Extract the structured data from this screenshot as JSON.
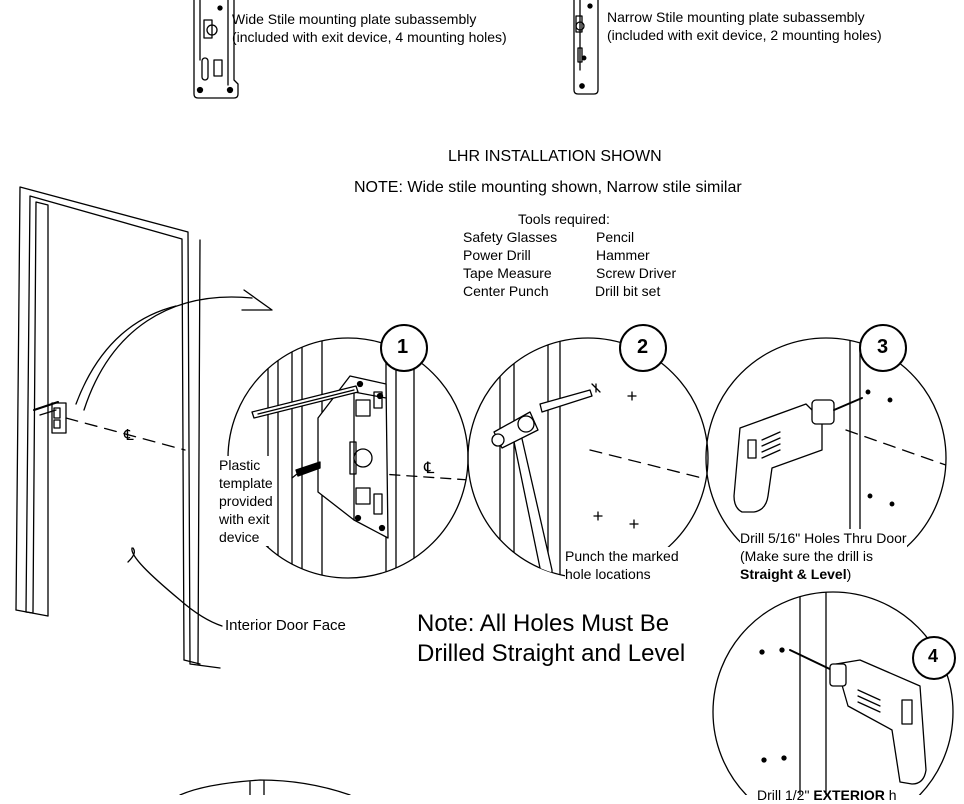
{
  "plates": {
    "wide": {
      "line1": "Wide Stile mounting plate subassembly",
      "line2": "(included with exit device, 4 mounting holes)"
    },
    "narrow": {
      "line1": "Narrow Stile mounting plate subassembly",
      "line2": "(included with exit device, 2 mounting holes)"
    }
  },
  "heading": "LHR INSTALLATION SHOWN",
  "note_top": "NOTE: Wide stile mounting shown, Narrow stile similar",
  "tools": {
    "title": "Tools required:",
    "left": [
      "Safety Glasses",
      "Power Drill",
      "Tape Measure",
      "Center Punch"
    ],
    "right": [
      "Pencil",
      "Hammer",
      "Screw Driver",
      "Drill bit set"
    ]
  },
  "steps": {
    "s1": {
      "number": "1",
      "caption": [
        "Plastic",
        "template",
        "provided",
        "with exit",
        "device"
      ]
    },
    "s2": {
      "number": "2",
      "caption": [
        "Punch the marked",
        "hole locations"
      ]
    },
    "s3": {
      "number": "3",
      "caption_line1": "Drill 5/16\" Holes Thru Door",
      "caption_line2": "(Make sure the drill is",
      "caption_bold": "Straight & Level",
      "caption_close": ")"
    },
    "s4": {
      "number": "4",
      "caption_partial_pre": "Drill 1/2\" ",
      "caption_partial_bold": "EXTERIOR",
      "caption_partial_post": " h"
    }
  },
  "centerline_symbol": "℄",
  "door_label": "Interior Door Face",
  "note_big": [
    "Note: All Holes Must Be",
    "Drilled Straight and Level"
  ]
}
